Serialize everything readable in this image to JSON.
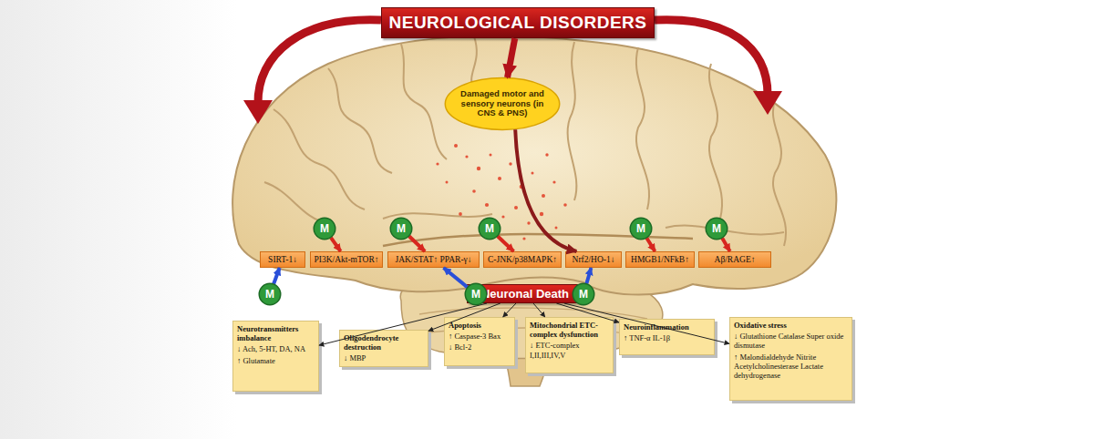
{
  "diagram": {
    "nodes": [
      {
        "text": [
          "NEUROLOGICAL DISORDERS"
        ]
      },
      {
        "text": [
          "Damaged motor and sensory neurons (in CNS & PNS)"
        ]
      },
      {
        "text": [
          "M"
        ]
      },
      {
        "text": [
          "M"
        ]
      },
      {
        "text": [
          "M"
        ]
      },
      {
        "text": [
          "M"
        ]
      },
      {
        "text": [
          "M"
        ]
      },
      {
        "text": [
          "SIRT-1↓"
        ]
      },
      {
        "text": [
          "PI3K/Akt-mTOR↑"
        ]
      },
      {
        "text": [
          "JAK/STAT↑ PPAR-γ↓"
        ]
      },
      {
        "text": [
          "C-JNK/p38MAPK↑"
        ]
      },
      {
        "text": [
          "Nrf2/HO-1↓"
        ]
      },
      {
        "text": [
          "HMGB1/NFkB↑"
        ]
      },
      {
        "text": [
          "Aβ/RAGE↑"
        ]
      },
      {
        "text": [
          "M"
        ]
      },
      {
        "text": [
          "M"
        ]
      },
      {
        "text": [
          "M"
        ]
      },
      {
        "text": [
          "Neuronal Death"
        ]
      },
      {
        "text": [
          "Neurotransmitters imbalance",
          "↓ Ach, 5-HT, DA, NA",
          "↑ Glutamate"
        ]
      },
      {
        "text": [
          "Oligodendrocyte destruction",
          "↓ MBP"
        ]
      },
      {
        "text": [
          "Apoptosis",
          "↑ Caspase-3 Bax",
          "↓ Bcl-2"
        ]
      },
      {
        "text": [
          "Mitochondrial ETC-complex dysfunction",
          "↓ ETC-complex I,II,III,IV,V"
        ]
      },
      {
        "text": [
          "Neuroinflammation",
          "↑ TNF-α IL-1β"
        ]
      },
      {
        "text": [
          "Oxidative stress",
          "↓ Glutathione Catalase Super oxide dismutase",
          "↑ Malondialdehyde Nitrite Acetylcholinesterase Lactate dehydrogenase"
        ]
      }
    ],
    "edges": [
      {
        "from": 0,
        "to": 1,
        "arrow": "to"
      },
      {
        "from": 1,
        "to": 11,
        "arrow": "to"
      },
      {
        "from": 2,
        "to": 8,
        "arrow": "to"
      },
      {
        "from": 3,
        "to": 9,
        "arrow": "to"
      },
      {
        "from": 4,
        "to": 10,
        "arrow": "to"
      },
      {
        "from": 5,
        "to": 12,
        "arrow": "to"
      },
      {
        "from": 6,
        "to": 13,
        "arrow": "to"
      },
      {
        "from": 14,
        "to": 7,
        "arrow": "to"
      },
      {
        "from": 15,
        "to": 9,
        "arrow": "to"
      },
      {
        "from": 16,
        "to": 11,
        "arrow": "to"
      },
      {
        "from": 17,
        "to": 18,
        "arrow": "to"
      },
      {
        "from": 17,
        "to": 19,
        "arrow": "to"
      },
      {
        "from": 17,
        "to": 20,
        "arrow": "to"
      },
      {
        "from": 17,
        "to": 21,
        "arrow": "to"
      },
      {
        "from": 17,
        "to": 22,
        "arrow": "to"
      },
      {
        "from": 17,
        "to": 23,
        "arrow": "to"
      }
    ]
  }
}
